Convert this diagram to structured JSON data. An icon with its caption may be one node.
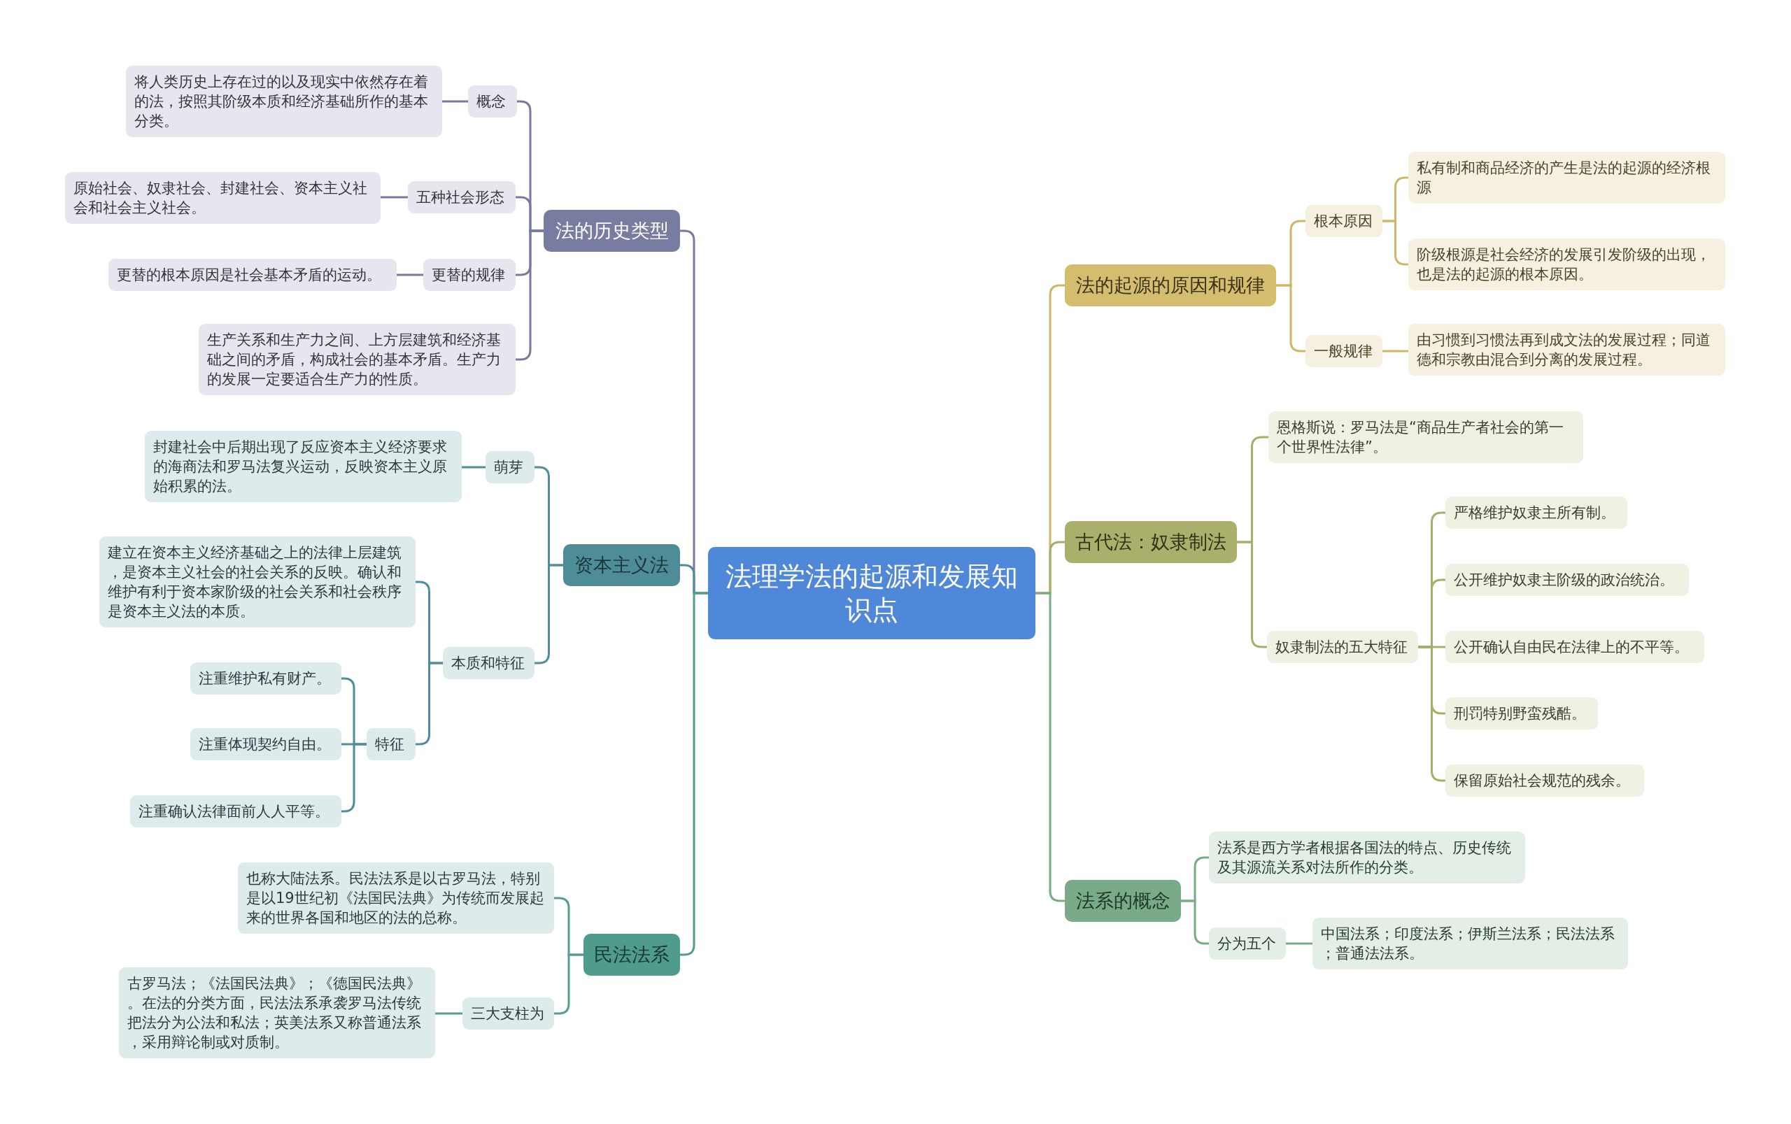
{
  "diagram": {
    "nodes": [
      {
        "text": [
          "法理学法的起源和发展知识点"
        ]
      },
      {
        "text": [
          "法的历史类型"
        ]
      },
      {
        "text": [
          "概念"
        ]
      },
      {
        "text": [
          "将人类历史上存在过的以及现实中依然存在着的法，按照其阶级本质和经济基础所作的基本分类。"
        ]
      },
      {
        "text": [
          "五种社会形态"
        ]
      },
      {
        "text": [
          "原始社会、奴隶社会、封建社会、资本主义社会和社会主义社会。"
        ]
      },
      {
        "text": [
          "更替的规律"
        ]
      },
      {
        "text": [
          "更替的根本原因是社会基本矛盾的运动。"
        ]
      },
      {
        "text": [
          "生产关系和生产力之间、上方层建筑和经济基础之间的矛盾，构成社会的基本矛盾。生产力的发展一定要适合生产力的性质。"
        ]
      },
      {
        "text": [
          "资本主义法"
        ]
      },
      {
        "text": [
          "萌芽"
        ]
      },
      {
        "text": [
          "封建社会中后期出现了反应资本主义经济要求的海商法和罗马法复兴运动，反映资本主义原始积累的法。"
        ]
      },
      {
        "text": [
          "本质和特征"
        ]
      },
      {
        "text": [
          "建立在资本主义经济基础之上的法律上层建筑，是资本主义社会的社会关系的反映。确认和维护有利于资本家阶级的社会关系和社会秩序是资本主义法的本质。"
        ]
      },
      {
        "text": [
          "特征"
        ]
      },
      {
        "text": [
          "注重维护私有财产。"
        ]
      },
      {
        "text": [
          "注重体现契约自由。"
        ]
      },
      {
        "text": [
          "注重确认法律面前人人平等。"
        ]
      },
      {
        "text": [
          "民法法系"
        ]
      },
      {
        "text": [
          "也称大陆法系。民法法系是以古罗马法，特别是以19世纪初《法国民法典》为传统而发展起来的世界各国和地区的法的总称。"
        ]
      },
      {
        "text": [
          "三大支柱为"
        ]
      },
      {
        "text": [
          "古罗马法；《法国民法典》；《德国民法典》。在法的分类方面，民法法系承袭罗马法传统把法分为公法和私法；英美法系又称普通法系，采用辩论制或对质制。"
        ]
      },
      {
        "text": [
          "法的起源的原因和规律"
        ]
      },
      {
        "text": [
          "根本原因"
        ]
      },
      {
        "text": [
          "私有制和商品经济的产生是法的起源的经济根源"
        ]
      },
      {
        "text": [
          "阶级根源是社会经济的发展引发阶级的出现，也是法的起源的根本原因。"
        ]
      },
      {
        "text": [
          "一般规律"
        ]
      },
      {
        "text": [
          "由习惯到习惯法再到成文法的发展过程；同道德和宗教由混合到分离的发展过程。"
        ]
      },
      {
        "text": [
          "古代法：奴隶制法"
        ]
      },
      {
        "text": [
          "恩格斯说：罗马法是“商品生产者社会的第一个世界性法律”。"
        ]
      },
      {
        "text": [
          "奴隶制法的五大特征"
        ]
      },
      {
        "text": [
          "严格维护奴隶主所有制。"
        ]
      },
      {
        "text": [
          "公开维护奴隶主阶级的政治统治。"
        ]
      },
      {
        "text": [
          "公开确认自由民在法律上的不平等。"
        ]
      },
      {
        "text": [
          "刑罚特别野蛮残酷。"
        ]
      },
      {
        "text": [
          "保留原始社会规范的残余。"
        ]
      },
      {
        "text": [
          "法系的概念"
        ]
      },
      {
        "text": [
          "法系是西方学者根据各国法的特点、历史传统及其源流关系对法所作的分类。"
        ]
      },
      {
        "text": [
          "分为五个"
        ]
      },
      {
        "text": [
          "中国法系；印度法系；伊斯兰法系；民法法系；普通法法系。"
        ]
      }
    ],
    "edges": [
      {
        "from": 0,
        "to": 1,
        "arrow": "none",
        "color": "#777a9e"
      },
      {
        "from": 1,
        "to": 2,
        "arrow": "none",
        "color": "#777a9e"
      },
      {
        "from": 2,
        "to": 3,
        "arrow": "none",
        "color": "#777a9e"
      },
      {
        "from": 1,
        "to": 4,
        "arrow": "none",
        "color": "#777a9e"
      },
      {
        "from": 4,
        "to": 5,
        "arrow": "none",
        "color": "#777a9e"
      },
      {
        "from": 1,
        "to": 6,
        "arrow": "none",
        "color": "#777a9e"
      },
      {
        "from": 6,
        "to": 7,
        "arrow": "none",
        "color": "#777a9e"
      },
      {
        "from": 1,
        "to": 8,
        "arrow": "none",
        "color": "#777a9e"
      },
      {
        "from": 0,
        "to": 9,
        "arrow": "none",
        "color": "#4f8e99"
      },
      {
        "from": 9,
        "to": 10,
        "arrow": "none",
        "color": "#4f8e99"
      },
      {
        "from": 10,
        "to": 11,
        "arrow": "none",
        "color": "#4f8e99"
      },
      {
        "from": 9,
        "to": 12,
        "arrow": "none",
        "color": "#4f8e99"
      },
      {
        "from": 12,
        "to": 13,
        "arrow": "none",
        "color": "#4f8e99"
      },
      {
        "from": 12,
        "to": 14,
        "arrow": "none",
        "color": "#4f8e99"
      },
      {
        "from": 14,
        "to": 15,
        "arrow": "none",
        "color": "#4f8e99"
      },
      {
        "from": 14,
        "to": 16,
        "arrow": "none",
        "color": "#4f8e99"
      },
      {
        "from": 14,
        "to": 17,
        "arrow": "none",
        "color": "#4f8e99"
      },
      {
        "from": 0,
        "to": 18,
        "arrow": "none",
        "color": "#559e8f"
      },
      {
        "from": 18,
        "to": 19,
        "arrow": "none",
        "color": "#559e8f"
      },
      {
        "from": 18,
        "to": 20,
        "arrow": "none",
        "color": "#559e8f"
      },
      {
        "from": 20,
        "to": 21,
        "arrow": "none",
        "color": "#559e8f"
      },
      {
        "from": 0,
        "to": 22,
        "arrow": "none",
        "color": "#cdb767"
      },
      {
        "from": 22,
        "to": 23,
        "arrow": "none",
        "color": "#cdb767"
      },
      {
        "from": 23,
        "to": 24,
        "arrow": "none",
        "color": "#cdb767"
      },
      {
        "from": 23,
        "to": 25,
        "arrow": "none",
        "color": "#cdb767"
      },
      {
        "from": 22,
        "to": 26,
        "arrow": "none",
        "color": "#cdb767"
      },
      {
        "from": 26,
        "to": 27,
        "arrow": "none",
        "color": "#cdb767"
      },
      {
        "from": 0,
        "to": 28,
        "arrow": "none",
        "color": "#a7ae69"
      },
      {
        "from": 28,
        "to": 29,
        "arrow": "none",
        "color": "#a7ae69"
      },
      {
        "from": 28,
        "to": 30,
        "arrow": "none",
        "color": "#a7ae69"
      },
      {
        "from": 30,
        "to": 31,
        "arrow": "none",
        "color": "#a7ae69"
      },
      {
        "from": 30,
        "to": 32,
        "arrow": "none",
        "color": "#a7ae69"
      },
      {
        "from": 30,
        "to": 33,
        "arrow": "none",
        "color": "#a7ae69"
      },
      {
        "from": 30,
        "to": 34,
        "arrow": "none",
        "color": "#a7ae69"
      },
      {
        "from": 30,
        "to": 35,
        "arrow": "none",
        "color": "#a7ae69"
      },
      {
        "from": 0,
        "to": 36,
        "arrow": "none",
        "color": "#78aa88"
      },
      {
        "from": 36,
        "to": 37,
        "arrow": "none",
        "color": "#78aa88"
      },
      {
        "from": 36,
        "to": 38,
        "arrow": "none",
        "color": "#78aa88"
      },
      {
        "from": 38,
        "to": 39,
        "arrow": "none",
        "color": "#78aa88"
      }
    ]
  }
}
